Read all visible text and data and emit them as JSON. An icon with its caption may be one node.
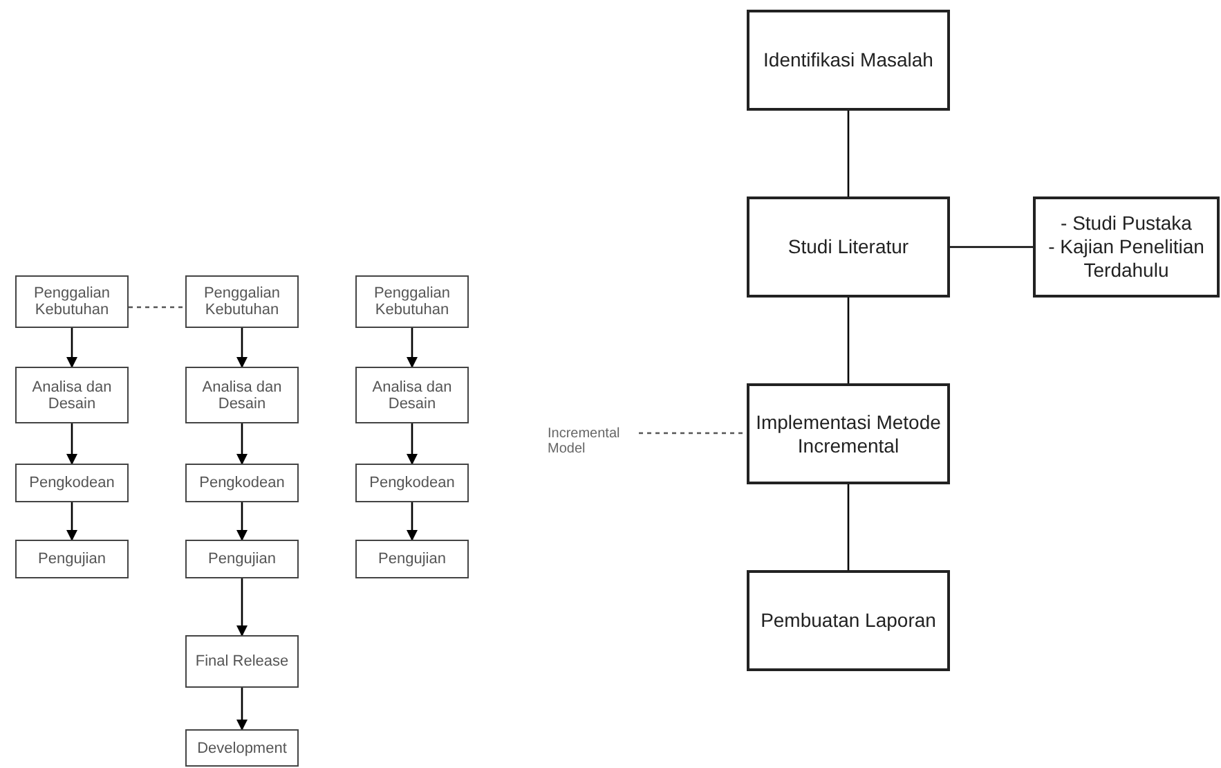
{
  "diagram": {
    "nodes": [
      {
        "text": [
          "Penggalian Kebutuhan"
        ]
      },
      {
        "text": [
          "Analisa dan Desain"
        ]
      },
      {
        "text": [
          "Pengkodean"
        ]
      },
      {
        "text": [
          "Pengujian"
        ]
      },
      {
        "text": [
          "Penggalian Kebutuhan"
        ]
      },
      {
        "text": [
          "Analisa dan Desain"
        ]
      },
      {
        "text": [
          "Pengkodean"
        ]
      },
      {
        "text": [
          "Pengujian"
        ]
      },
      {
        "text": [
          "Final Release"
        ]
      },
      {
        "text": [
          "Development"
        ]
      },
      {
        "text": [
          "Penggalian Kebutuhan"
        ]
      },
      {
        "text": [
          "Analisa dan Desain"
        ]
      },
      {
        "text": [
          "Pengkodean"
        ]
      },
      {
        "text": [
          "Pengujian"
        ]
      },
      {
        "text": [
          "Identifikasi Masalah"
        ]
      },
      {
        "text": [
          "Studi Literatur"
        ]
      },
      {
        "text": [
          "- Studi Pustaka",
          "- Kajian Penelitian Terdahulu"
        ]
      },
      {
        "text": [
          "Incremental Model"
        ]
      },
      {
        "text": [
          "Implementasi Metode Incremental"
        ]
      },
      {
        "text": [
          "Pembuatan Laporan"
        ]
      }
    ],
    "edges": [
      {
        "from": 0,
        "to": 1,
        "arrow": "to"
      },
      {
        "from": 1,
        "to": 2,
        "arrow": "to"
      },
      {
        "from": 2,
        "to": 3,
        "arrow": "to"
      },
      {
        "from": 4,
        "to": 5,
        "arrow": "to"
      },
      {
        "from": 5,
        "to": 6,
        "arrow": "to"
      },
      {
        "from": 6,
        "to": 7,
        "arrow": "to"
      },
      {
        "from": 7,
        "to": 8,
        "arrow": "to"
      },
      {
        "from": 8,
        "to": 9,
        "arrow": "to"
      },
      {
        "from": 10,
        "to": 11,
        "arrow": "to"
      },
      {
        "from": 11,
        "to": 12,
        "arrow": "to"
      },
      {
        "from": 12,
        "to": 13,
        "arrow": "to"
      },
      {
        "from": 0,
        "to": 4,
        "arrow": "none",
        "style": "dashed"
      },
      {
        "from": 14,
        "to": 15,
        "arrow": "none"
      },
      {
        "from": 15,
        "to": 16,
        "arrow": "none"
      },
      {
        "from": 15,
        "to": 18,
        "arrow": "none"
      },
      {
        "from": 17,
        "to": 18,
        "arrow": "none",
        "style": "dashed"
      },
      {
        "from": 18,
        "to": 19,
        "arrow": "none"
      }
    ]
  }
}
